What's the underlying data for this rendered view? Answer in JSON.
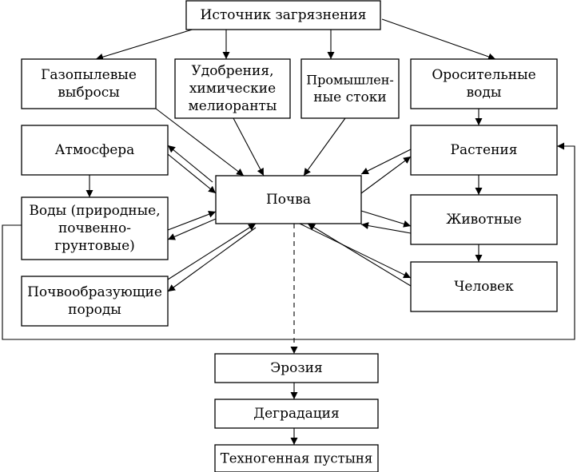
{
  "nodes": {
    "source": {
      "lines": [
        "Источник загрязнения"
      ]
    },
    "gas": {
      "lines": [
        "Газопылевые",
        "выбросы"
      ]
    },
    "fert": {
      "lines": [
        "Удобрения,",
        "химические",
        "мелиоранты"
      ]
    },
    "industrial": {
      "lines": [
        "Промышлен-",
        "ные стоки"
      ]
    },
    "irrigation": {
      "lines": [
        "Оросительные",
        "воды"
      ]
    },
    "atmosphere": {
      "lines": [
        "Атмосфера"
      ]
    },
    "soil": {
      "lines": [
        "Почва"
      ]
    },
    "plants": {
      "lines": [
        "Растения"
      ]
    },
    "waters": {
      "lines": [
        "Воды (природные,",
        "почвенно-",
        "грунтовые)"
      ]
    },
    "animals": {
      "lines": [
        "Животные"
      ]
    },
    "parent_rock": {
      "lines": [
        "Почвообразующие",
        "породы"
      ]
    },
    "human": {
      "lines": [
        "Человек"
      ]
    },
    "erosion": {
      "lines": [
        "Эрозия"
      ]
    },
    "degradation": {
      "lines": [
        "Деградация"
      ]
    },
    "desert": {
      "lines": [
        "Техногенная пустыня"
      ]
    }
  },
  "edges": [
    {
      "from": "source",
      "to": "gas"
    },
    {
      "from": "source",
      "to": "fert"
    },
    {
      "from": "source",
      "to": "industrial"
    },
    {
      "from": "source",
      "to": "irrigation"
    },
    {
      "from": "gas",
      "to": "soil"
    },
    {
      "from": "fert",
      "to": "soil"
    },
    {
      "from": "industrial",
      "to": "soil"
    },
    {
      "from": "irrigation",
      "to": "plants"
    },
    {
      "from": "atmosphere",
      "to": "waters"
    },
    {
      "from": "plants",
      "to": "animals"
    },
    {
      "from": "animals",
      "to": "human"
    },
    {
      "from": "atmosphere",
      "to": "soil"
    },
    {
      "from": "soil",
      "to": "atmosphere"
    },
    {
      "from": "plants",
      "to": "soil"
    },
    {
      "from": "soil",
      "to": "plants"
    },
    {
      "from": "waters",
      "to": "soil"
    },
    {
      "from": "soil",
      "to": "waters"
    },
    {
      "from": "animals",
      "to": "soil"
    },
    {
      "from": "soil",
      "to": "animals"
    },
    {
      "from": "parent_rock",
      "to": "soil"
    },
    {
      "from": "soil",
      "to": "parent_rock"
    },
    {
      "from": "human",
      "to": "soil"
    },
    {
      "from": "soil",
      "to": "human"
    },
    {
      "from": "waters",
      "to": "plants",
      "style": "loop"
    },
    {
      "from": "soil",
      "to": "erosion",
      "style": "dashed"
    },
    {
      "from": "erosion",
      "to": "degradation"
    },
    {
      "from": "degradation",
      "to": "desert"
    }
  ]
}
